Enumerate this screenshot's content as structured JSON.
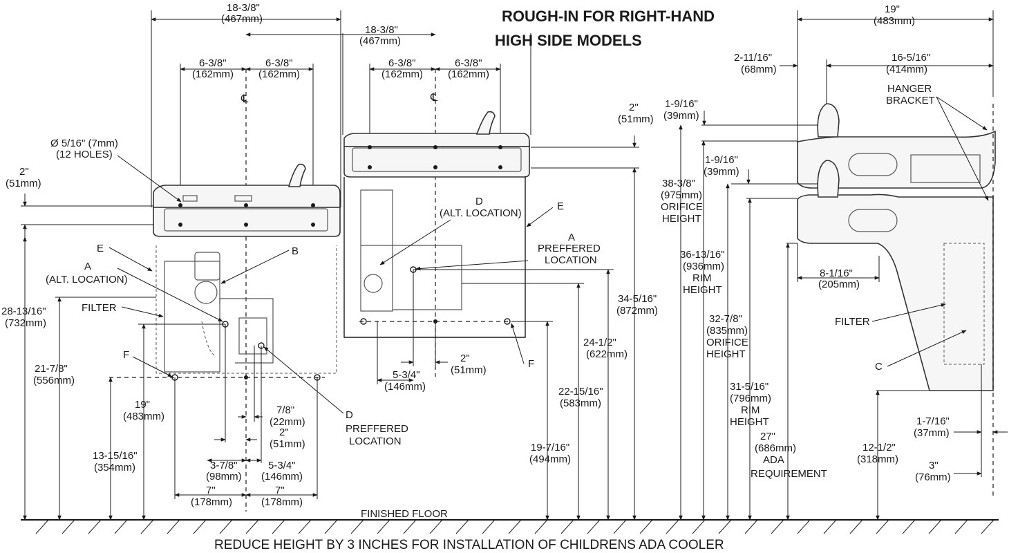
{
  "title": [
    "ROUGH-IN FOR RIGHT-HAND",
    "HIGH SIDE MODELS"
  ],
  "footer_note": "REDUCE HEIGHT BY 3 INCHES FOR INSTALLATION OF CHILDRENS ADA COOLER",
  "floor_label": "FINISHED FLOOR",
  "centerline_symbol": "℄",
  "front_view": {
    "overall_width": [
      "18-3/8\"",
      "(467mm)"
    ],
    "half_left": [
      "6-3/8\"",
      "(162mm)"
    ],
    "half_right": [
      "6-3/8\"",
      "(162mm)"
    ],
    "holes": [
      "Ø 5/16\" (7mm)",
      "(12 HOLES)"
    ],
    "gap": [
      "2\"",
      "(51mm)"
    ],
    "h_total": [
      "28-13/16\"",
      "(732mm)"
    ],
    "h_filter": [
      "21-7/8\"",
      "(556mm)"
    ],
    "h_f": [
      "19\"",
      "(483mm)"
    ],
    "h_low": [
      "13-15/16\"",
      "(354mm)"
    ],
    "label_e": "E",
    "label_a": [
      "A",
      "(ALT. LOCATION)"
    ],
    "label_b": "B",
    "label_filter": "FILTER",
    "label_f": "F",
    "label_d": [
      "D",
      "PREFFERED",
      "LOCATION"
    ],
    "d78": [
      "7/8\"",
      "(22mm)"
    ],
    "d2": [
      "2\"",
      "(51mm)"
    ],
    "d378": [
      "3-7/8\"",
      "(98mm)"
    ],
    "d534": [
      "5-3/4\"",
      "(146mm)"
    ],
    "d7l": [
      "7\"",
      "(178mm)"
    ],
    "d7r": [
      "7\"",
      "(178mm)"
    ]
  },
  "middle_view": {
    "overall_width": [
      "18-3/8\"",
      "(467mm)"
    ],
    "half_left": [
      "6-3/8\"",
      "(162mm)"
    ],
    "half_right": [
      "6-3/8\"",
      "(162mm)"
    ],
    "label_d": [
      "D",
      "(ALT. LOCATION)"
    ],
    "label_e": "E",
    "label_a": [
      "A",
      "PREFFERED",
      "LOCATION"
    ],
    "gap": [
      "2\"",
      "(51mm)"
    ],
    "h_345": [
      "34-5/16\"",
      "(872mm)"
    ],
    "h_245": [
      "24-1/2\"",
      "(622mm)"
    ],
    "h_2215": [
      "22-15/16\"",
      "(583mm)"
    ],
    "h_197": [
      "19-7/16\"",
      "(494mm)"
    ],
    "d534": [
      "5-3/4\"",
      "(146mm)"
    ],
    "d2": [
      "2\"",
      "(51mm)"
    ],
    "label_f": "F"
  },
  "side_view": {
    "depth": [
      "19\"",
      "(483mm)"
    ],
    "d21116": [
      "2-11/16\"",
      "(68mm)"
    ],
    "d16516": [
      "16-5/16\"",
      "(414mm)"
    ],
    "hanger": [
      "HANGER",
      "BRACKET"
    ],
    "d1916a": [
      "1-9/16\"",
      "(39mm)"
    ],
    "d1916b": [
      "1-9/16\"",
      "(39mm)"
    ],
    "h_orifice_high": [
      "38-3/8\"",
      "(975mm)",
      "ORIFICE",
      "HEIGHT"
    ],
    "h_rim_high": [
      "36-13/16\"",
      "(936mm)",
      "RIM",
      "HEIGHT"
    ],
    "h_orifice_low": [
      "32-7/8\"",
      "(835mm)",
      "ORIFICE",
      "HEIGHT"
    ],
    "h_rim_low": [
      "31-5/16\"",
      "(796mm)",
      "RIM",
      "HEIGHT"
    ],
    "h_ada": [
      "27\"",
      "(686mm)",
      "ADA",
      "REQUIREMENT"
    ],
    "d8116": [
      "8-1/16\"",
      "(205mm)"
    ],
    "label_filter": "FILTER",
    "label_c": "C",
    "h_125": [
      "12-1/2\"",
      "(318mm)"
    ],
    "d1716": [
      "1-7/16\"",
      "(37mm)"
    ],
    "d3": [
      "3\"",
      "(76mm)"
    ]
  }
}
